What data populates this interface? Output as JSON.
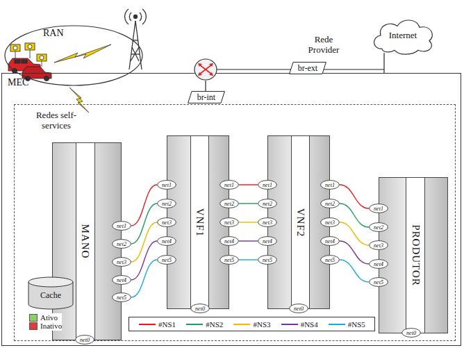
{
  "diagram": {
    "nodes": [
      {
        "text": [
          "MEC"
        ]
      },
      {
        "text": [
          "RAN"
        ]
      },
      {
        "text": [
          "Internet"
        ]
      },
      {
        "text": [
          "br-ext"
        ]
      },
      {
        "text": [
          "br-int"
        ],
        "in": 0
      },
      {
        "text": [
          "Redes self-services"
        ],
        "in": 0
      },
      {
        "text": [
          "MANO"
        ],
        "in": 5
      },
      {
        "text": [
          "net1"
        ],
        "in": 6
      },
      {
        "text": [
          "net2"
        ],
        "in": 6
      },
      {
        "text": [
          "net3"
        ],
        "in": 6
      },
      {
        "text": [
          "net4"
        ],
        "in": 6
      },
      {
        "text": [
          "net5"
        ],
        "in": 6
      },
      {
        "text": [
          "net0"
        ],
        "in": 6
      },
      {
        "text": [
          "Cache"
        ],
        "in": 5
      },
      {
        "text": [
          "VNF1"
        ],
        "in": 5
      },
      {
        "text": [
          "net1"
        ],
        "in": 14
      },
      {
        "text": [
          "net2"
        ],
        "in": 14
      },
      {
        "text": [
          "net3"
        ],
        "in": 14
      },
      {
        "text": [
          "net4"
        ],
        "in": 14
      },
      {
        "text": [
          "net5"
        ],
        "in": 14
      },
      {
        "text": [
          "net1"
        ],
        "in": 14
      },
      {
        "text": [
          "net2"
        ],
        "in": 14
      },
      {
        "text": [
          "net3"
        ],
        "in": 14
      },
      {
        "text": [
          "net4"
        ],
        "in": 14
      },
      {
        "text": [
          "net5"
        ],
        "in": 14
      },
      {
        "text": [
          "net0"
        ],
        "in": 14
      },
      {
        "text": [
          "VNF2"
        ],
        "in": 5
      },
      {
        "text": [
          "net1"
        ],
        "in": 26
      },
      {
        "text": [
          "net2"
        ],
        "in": 26
      },
      {
        "text": [
          "net3"
        ],
        "in": 26
      },
      {
        "text": [
          "net4"
        ],
        "in": 26
      },
      {
        "text": [
          "net5"
        ],
        "in": 26
      },
      {
        "text": [
          "net1"
        ],
        "in": 26
      },
      {
        "text": [
          "net2"
        ],
        "in": 26
      },
      {
        "text": [
          "net3"
        ],
        "in": 26
      },
      {
        "text": [
          "net4"
        ],
        "in": 26
      },
      {
        "text": [
          "net5"
        ],
        "in": 26
      },
      {
        "text": [
          "net0"
        ],
        "in": 26
      },
      {
        "text": [
          "PRODUTOR"
        ],
        "in": 5
      },
      {
        "text": [
          "net1"
        ],
        "in": 38
      },
      {
        "text": [
          "net2"
        ],
        "in": 38
      },
      {
        "text": [
          "net3"
        ],
        "in": 38
      },
      {
        "text": [
          "net4"
        ],
        "in": 38
      },
      {
        "text": [
          "net5"
        ],
        "in": 38
      },
      {
        "text": [
          "net0"
        ],
        "in": 38
      }
    ],
    "edges": [
      {
        "from": 7,
        "to": 15,
        "arrow": "none"
      },
      {
        "from": 8,
        "to": 16,
        "arrow": "none"
      },
      {
        "from": 9,
        "to": 17,
        "arrow": "none"
      },
      {
        "from": 10,
        "to": 18,
        "arrow": "none"
      },
      {
        "from": 11,
        "to": 19,
        "arrow": "none"
      },
      {
        "from": 20,
        "to": 27,
        "arrow": "none"
      },
      {
        "from": 21,
        "to": 28,
        "arrow": "none"
      },
      {
        "from": 22,
        "to": 29,
        "arrow": "none"
      },
      {
        "from": 23,
        "to": 30,
        "arrow": "none"
      },
      {
        "from": 24,
        "to": 31,
        "arrow": "none"
      },
      {
        "from": 32,
        "to": 39,
        "arrow": "none"
      },
      {
        "from": 33,
        "to": 40,
        "arrow": "none"
      },
      {
        "from": 34,
        "to": 41,
        "arrow": "none"
      },
      {
        "from": 35,
        "to": 42,
        "arrow": "none"
      },
      {
        "from": 36,
        "to": 43,
        "arrow": "none"
      }
    ],
    "labels": [
      "Rede Provider"
    ],
    "legend": [
      {
        "text": "Ativo",
        "color": "#8ccf63"
      },
      {
        "text": "Inativo",
        "color": "#e23b3b"
      },
      {
        "text": "#NS1"
      },
      {
        "text": "#NS2"
      },
      {
        "text": "#NS3"
      },
      {
        "text": "#NS4"
      },
      {
        "text": "#NS5"
      }
    ]
  }
}
